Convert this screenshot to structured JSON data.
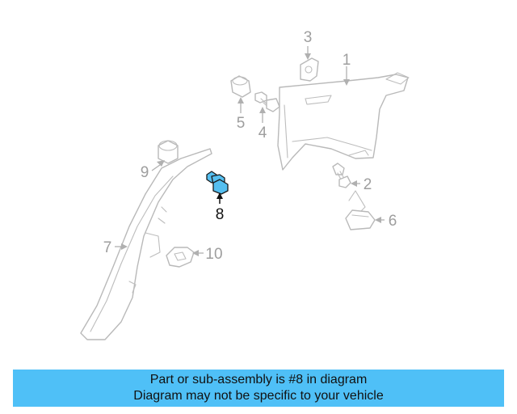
{
  "diagram": {
    "callouts": {
      "c1": "1",
      "c2": "2",
      "c3": "3",
      "c4": "4",
      "c5": "5",
      "c6": "6",
      "c7": "7",
      "c8": "8",
      "c9": "9",
      "c10": "10"
    },
    "highlighted_part": "8",
    "colors": {
      "highlight": "#55bff0",
      "line_art": "#b9b9b9",
      "banner": "#4fc0f7"
    }
  },
  "banner": {
    "line1": "Part or sub-assembly is #8 in diagram",
    "line2": "Diagram may not be specific to your vehicle"
  }
}
